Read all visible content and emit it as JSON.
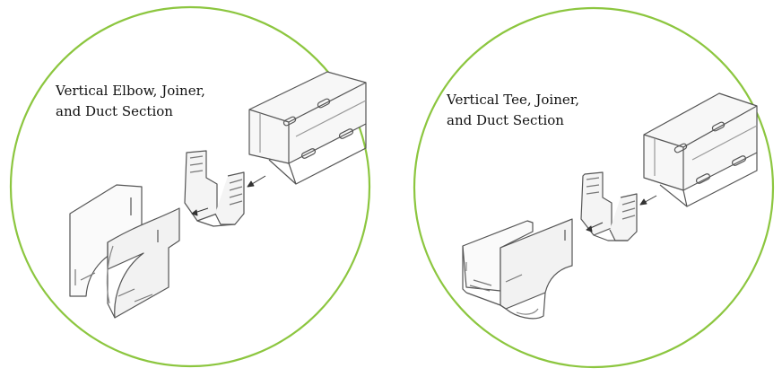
{
  "panels": [
    {
      "caption_lines": [
        "Vertical Elbow, Joiner,",
        "and Duct Section"
      ]
    },
    {
      "caption_lines": [
        "Vertical Tee, Joiner,",
        "and Duct Section"
      ]
    }
  ],
  "colors": {
    "circle_border": "#8cc63f",
    "line_art": "#555555",
    "background": "#ffffff"
  }
}
